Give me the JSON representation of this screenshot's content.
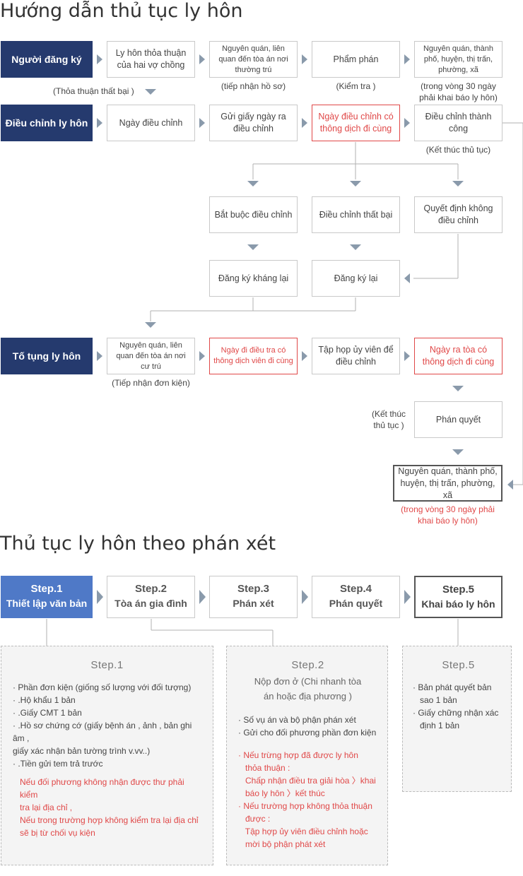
{
  "section1": {
    "title": "Hướng dẫn thủ tục ly hôn",
    "row1": {
      "label": "Người đăng ký",
      "box1": "Ly hôn thỏa thuận của hai vợ chồng",
      "box2": "Nguyên quán, liên quan đến tòa án nơi thường trú",
      "box3": "Phẩm phán",
      "box4": "Nguyên quán, thành phố, huyện, thị trấn, phường, xã",
      "cap2": "(tiếp nhận hồ sơ)",
      "cap3": "(Kiểm tra )",
      "cap4": "(trong vòng 30 ngày phải khai báo ly hôn)",
      "fail": "(Thỏa thuận thất bại )"
    },
    "row2": {
      "label": "Điều chỉnh ly hôn",
      "box1": "Ngày điều chỉnh",
      "box2": "Gửi giấy ngày ra điều chỉnh",
      "box3": "Ngày điều chỉnh có thông dịch đi cùng",
      "box4": "Điều chỉnh thành công",
      "cap4": "(Kết thúc thủ tục)"
    },
    "row3": {
      "box1": "Bắt buộc điều chỉnh",
      "box2": "Điều chỉnh thất bại",
      "box3": "Quyết định không điều chỉnh"
    },
    "row4": {
      "box1": "Đăng ký kháng lại",
      "box2": "Đăng ký lại"
    },
    "row5": {
      "label": "Tố tụng ly hôn",
      "box1": "Nguyên quán, liên quan đến tòa án nơi cư trú",
      "box2": "Ngày đi điều tra có thông dịch viên đi cùng",
      "box3": "Tập họp ủy viên để điều chỉnh",
      "box4": "Ngày ra tòa có thông dịch đi cùng",
      "cap1": "(Tiếp nhận đơn kiện)"
    },
    "row6": {
      "end_cap": "(Kết thúc thủ tục )",
      "verdict": "Phán quyết",
      "final": "Nguyên quán, thành phố, huyện, thị trấn, phường, xã",
      "final_cap": "(trong vòng 30 ngày phải khai báo ly hôn)"
    }
  },
  "section2": {
    "title": "Thủ tục ly hôn theo phán xét",
    "steps": [
      {
        "step": "Step.1",
        "name": "Thiết lập văn bản"
      },
      {
        "step": "Step.2",
        "name": "Tòa án gia đình"
      },
      {
        "step": "Step.3",
        "name": "Phán xét"
      },
      {
        "step": "Step.4",
        "name": "Phán quyết"
      },
      {
        "step": "Step.5",
        "name": "Khai báo ly hôn"
      }
    ],
    "panel1": {
      "title": "Step.1",
      "items": [
        "· Phần đơn kiện (giống số lượng với đối tượng)",
        "· .Hộ khẩu 1 bản",
        "· .Giấy CMT 1 bản",
        "· .Hồ sơ chứng cớ (giấy bệnh án , ảnh , bản ghi âm ,",
        "   giấy xác nhận bản tường trình v.vv..)",
        "· .Tiền gửi tem trả trước"
      ],
      "notes": [
        "Nếu đối phương không nhận được thư phải kiểm",
        "tra lại địa chỉ ,",
        "Nếu trong trường hợp không kiểm tra lại địa chỉ",
        "sẽ bị từ chối vụ kiện"
      ]
    },
    "panel2": {
      "title": "Step.2",
      "subtitle1": "Nộp đơn ở (Chi nhanh tòa",
      "subtitle2": "án hoặc địa phương )",
      "items": [
        "· Số vụ án và bộ phận phán xét",
        "· Gửi cho đối phương phần đơn kiện"
      ],
      "notes": [
        "· Nếu trừng hợp đã được ly hôn",
        "   thỏa thuận :",
        "   Chấp nhận điều tra giải hòa 〉khai",
        "   báo ly hôn 〉kết thúc",
        "· Nếu trường hợp không thỏa thuận",
        "   được :",
        "   Tập hợp ủy viên điều chỉnh hoặc",
        "   mời bộ phận phát xét"
      ]
    },
    "panel3": {
      "title": "Step.5",
      "items": [
        "· Bản phát quyết bản",
        "   sao 1 bản",
        "· Giấy chững nhận xác",
        "   định 1 bản"
      ]
    }
  },
  "colors": {
    "navy": "#253a6e",
    "red": "#e04848",
    "blue": "#4f79c7",
    "arrow": "#8a9aab"
  }
}
